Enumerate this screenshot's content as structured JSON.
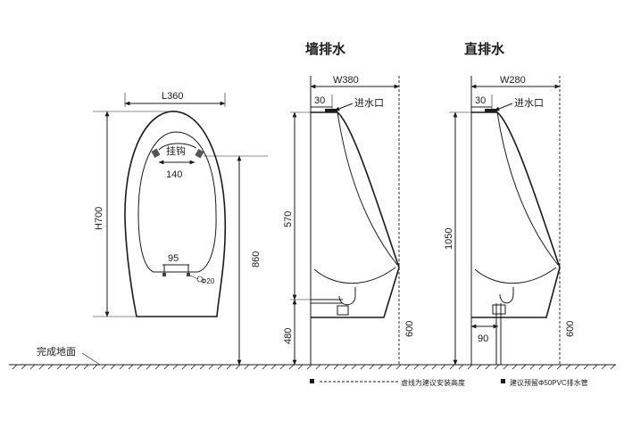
{
  "front_view": {
    "width_label": "L360",
    "height_label": "H700",
    "hook_label": "挂钩",
    "hook_span": "140",
    "outlet_span": "95",
    "pipe_label": "Φ20",
    "install_height": "860",
    "floor_label": "完成地面"
  },
  "wall_drain": {
    "title": "墙排水",
    "width_label": "W380",
    "inlet_offset": "30",
    "inlet_label": "进水口",
    "upper_height": "570",
    "lower_height": "480",
    "drain_height": "600"
  },
  "floor_drain": {
    "title": "直排水",
    "width_label": "W280",
    "inlet_offset": "30",
    "inlet_label": "进水口",
    "inlet_height": "1050",
    "drain_offset": "90",
    "drain_height": "600"
  },
  "legend": {
    "dashed_line": "虚线为建议安装高度",
    "drain_pipe": "建议预留Φ50PVC排水管"
  }
}
